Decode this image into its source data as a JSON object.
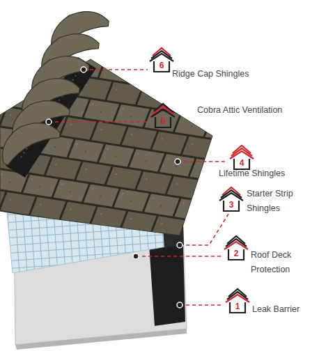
{
  "diagram": {
    "nodes": [
      {
        "text": [
          "6",
          "Ridge Cap Shingles"
        ]
      },
      {
        "text": [
          "5",
          "Cobra Attic Ventilation"
        ]
      },
      {
        "text": [
          "4",
          "Lifetime Shingles"
        ]
      },
      {
        "text": [
          "3",
          "Starter Strip Shingles"
        ]
      },
      {
        "text": [
          "2",
          "Roof Deck Protection"
        ]
      },
      {
        "text": [
          "1",
          "Leak Barrier"
        ]
      }
    ]
  }
}
